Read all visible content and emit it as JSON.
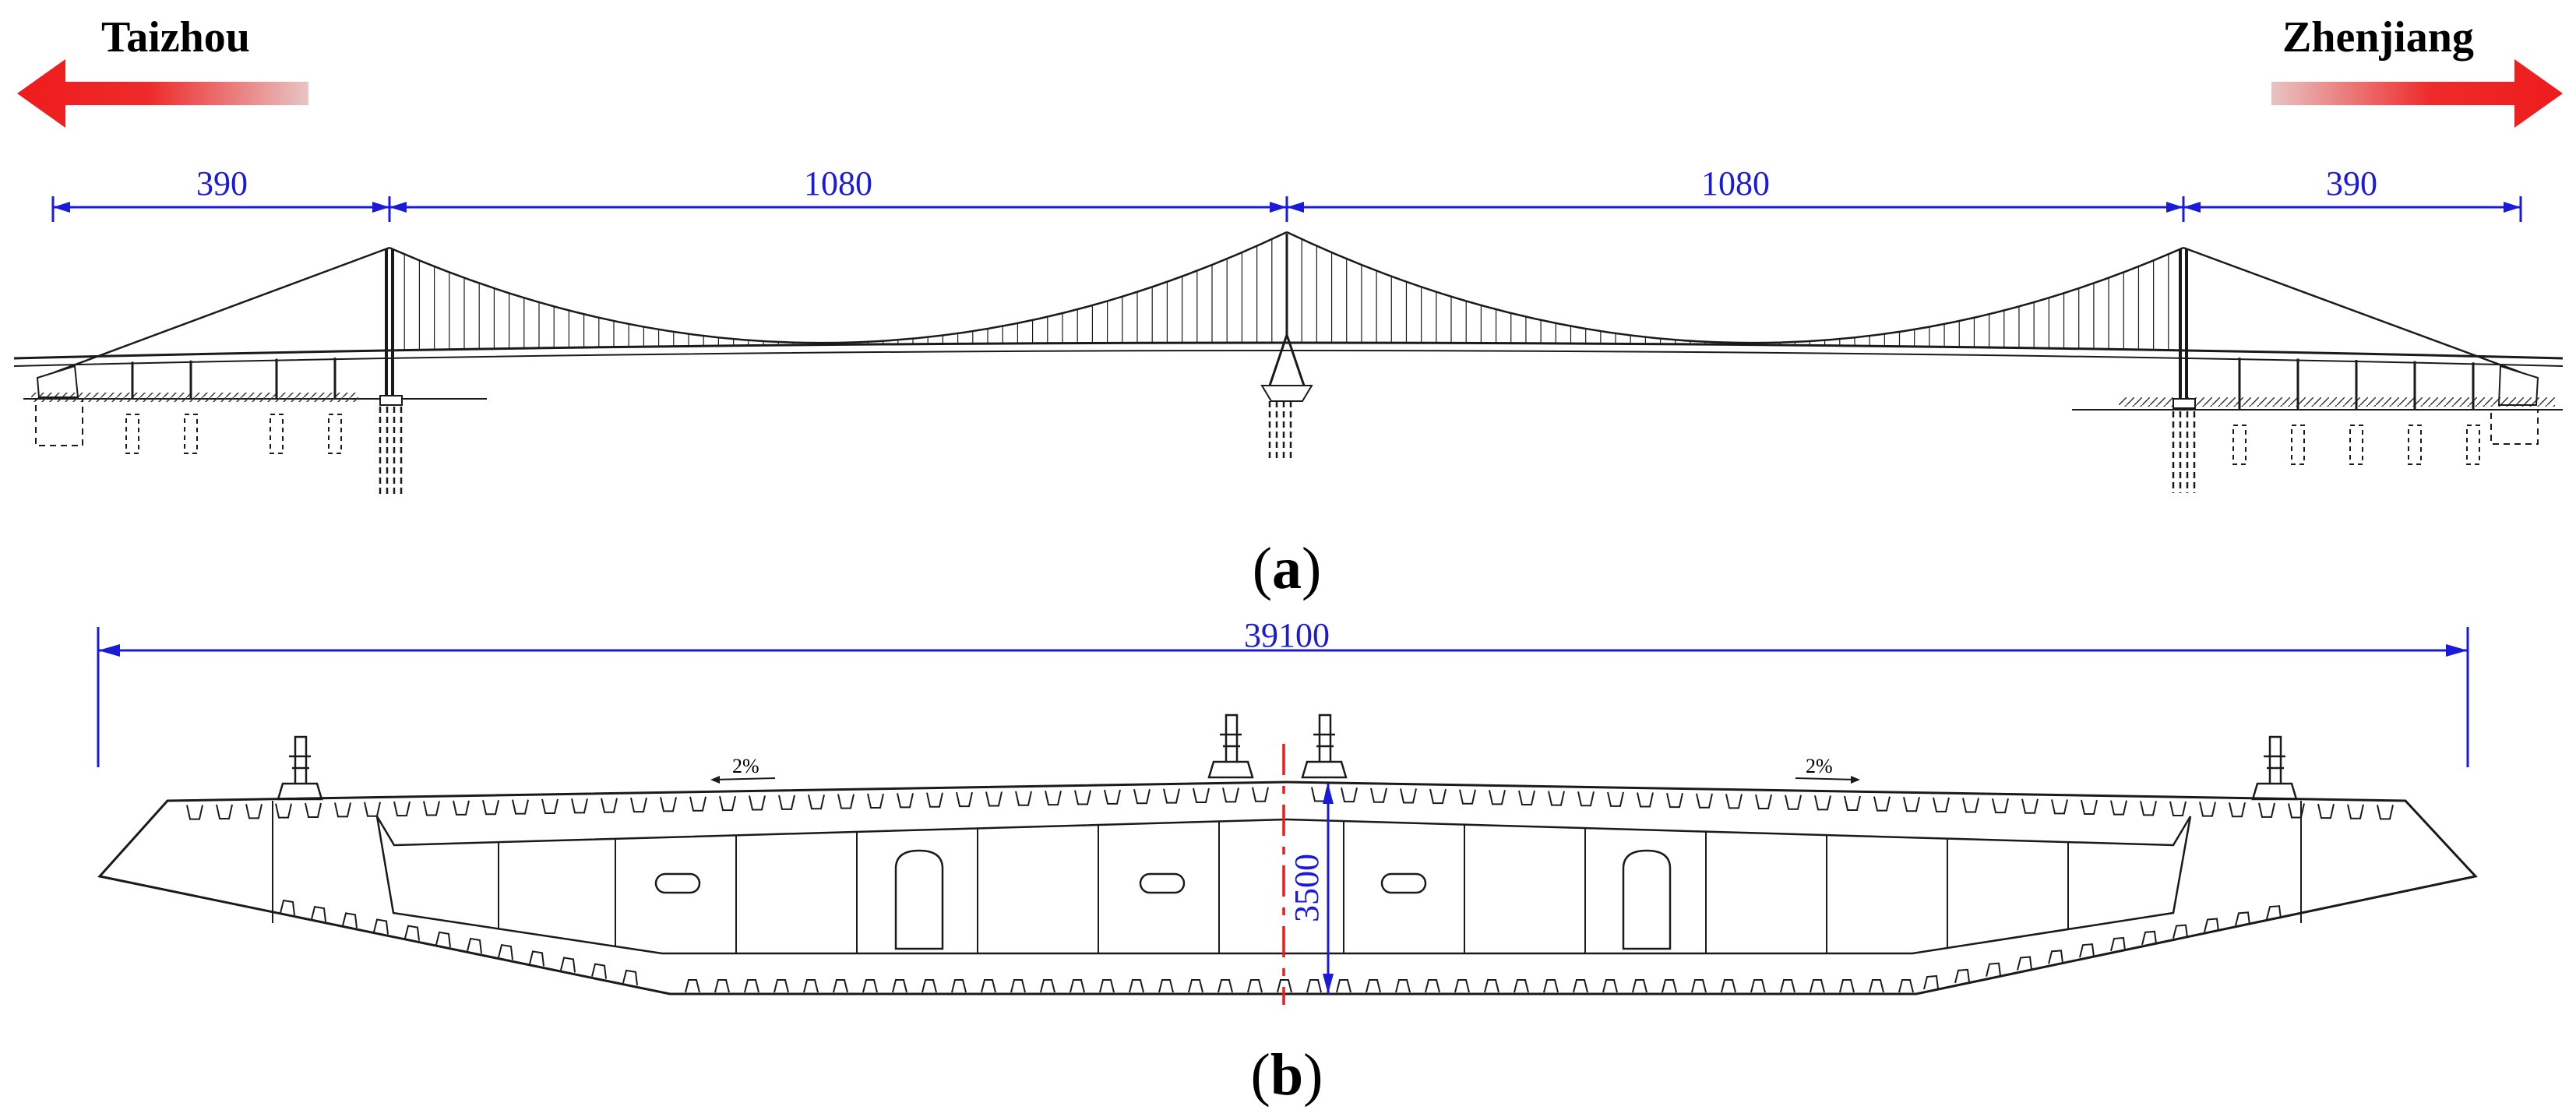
{
  "directions": {
    "left": "Taizhou",
    "right": "Zhenjiang"
  },
  "panel_a": {
    "label": "a",
    "spans": [
      "390",
      "1080",
      "1080",
      "390"
    ]
  },
  "panel_b": {
    "label": "b",
    "total_width": "39100",
    "height": "3500",
    "slope_left": "2%",
    "slope_right": "2%"
  },
  "colors": {
    "arrow": "#ee1c1c",
    "dimension": "#1a1adb",
    "centerline": "#e81c1c",
    "drawing": "#1a1a1a"
  },
  "icons": {
    "left_arrow": "arrow-left-icon",
    "right_arrow": "arrow-right-icon"
  }
}
